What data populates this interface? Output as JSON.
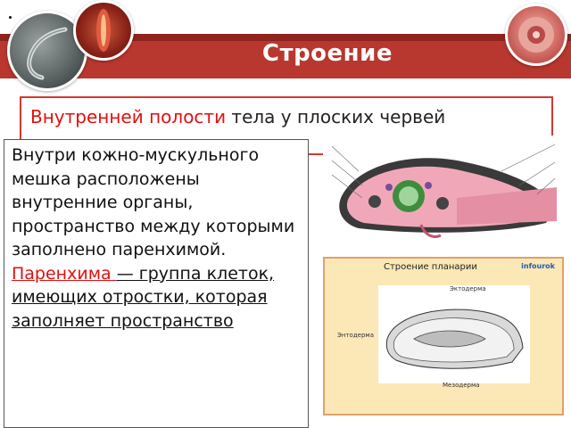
{
  "slide": {
    "title": "Строение",
    "top_text_highlight": "Внутренней полости",
    "top_text_rest": " тела у плоских червей",
    "body_text": "Внутри кожно-мускульного мешка расположены внутренние органы, пространство между которыми заполнено паренхимой.",
    "term": "Паренхима ",
    "definition": "— группа клеток, имеющих отростки, которая заполняет пространство"
  },
  "figure_planaria": {
    "title": "Строение планарии",
    "logo": "infourok",
    "labels": {
      "ectoderm": "Эктодерма",
      "entoderm": "Энтодерма",
      "mesoderm": "Мезодерма"
    }
  }
}
